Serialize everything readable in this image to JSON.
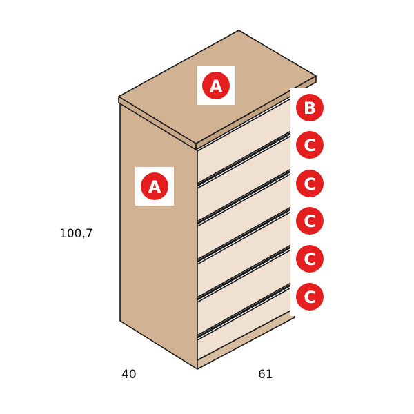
{
  "dimensions": {
    "height": "100,7",
    "depth": "40",
    "width": "61"
  },
  "labels": {
    "top": "A",
    "side": "A",
    "drawers": [
      "B",
      "C",
      "C",
      "C",
      "C",
      "C"
    ]
  },
  "colors": {
    "wood": "#d1b393",
    "drawer_front": "#f0e0d2",
    "outline": "#1a1a1a",
    "badge": "#e41e1e",
    "badge_text": "#ffffff"
  }
}
